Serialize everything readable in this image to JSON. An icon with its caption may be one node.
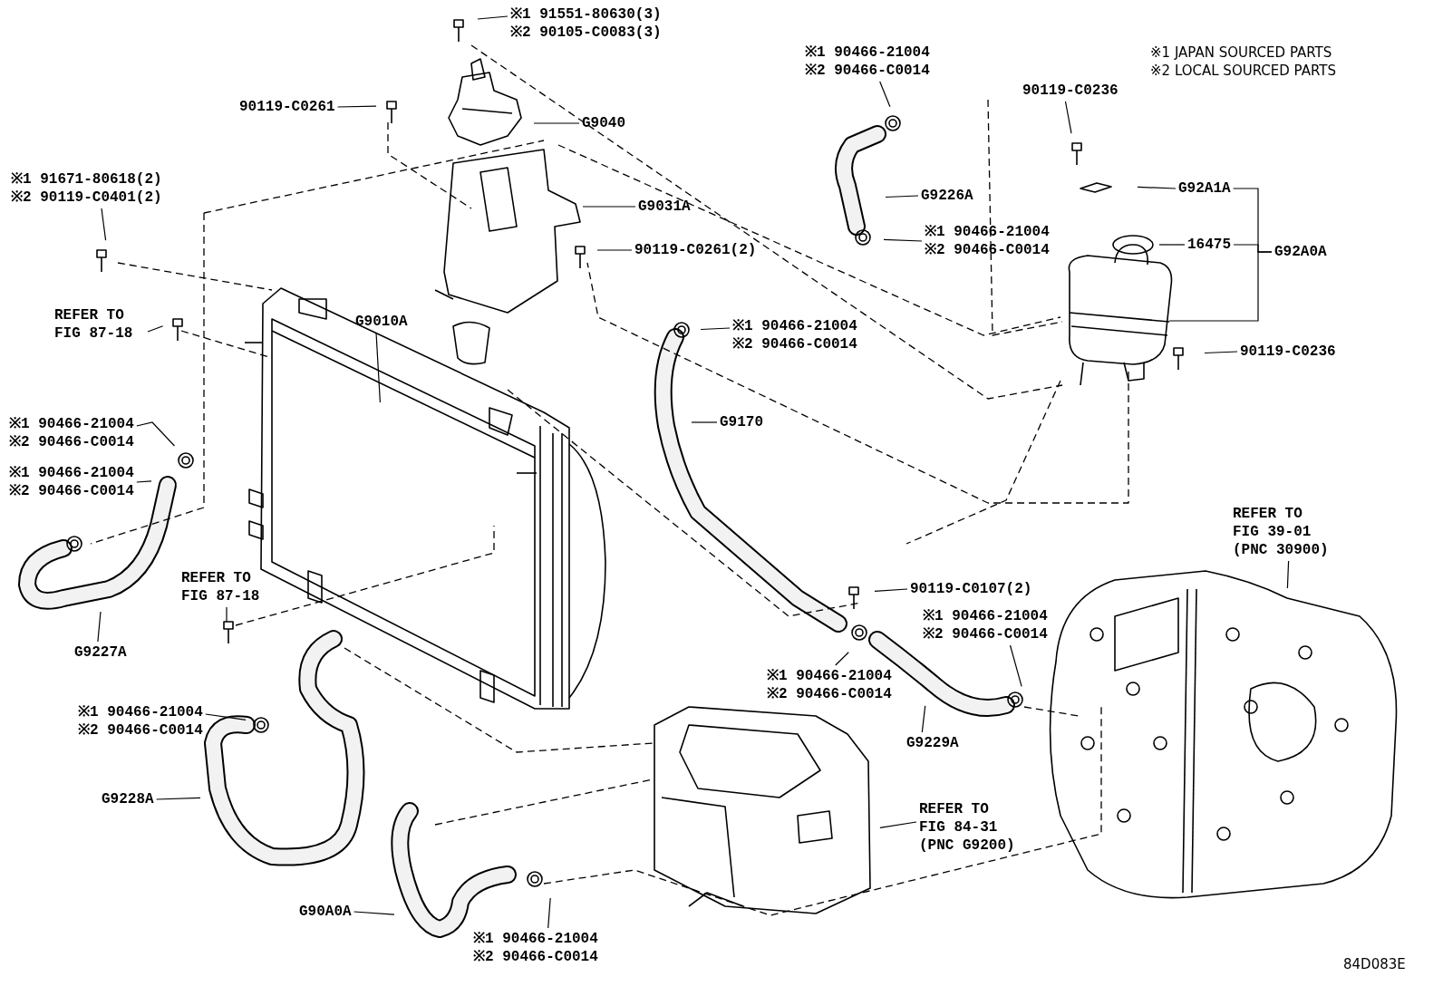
{
  "diagram": {
    "nodes": [
      {
        "text": [
          "※1 91551-80630(3)",
          "※2 90105-C0083(3)"
        ]
      },
      {
        "text": [
          "90119-C0261"
        ]
      },
      {
        "text": [
          "G9040"
        ]
      },
      {
        "text": [
          "※1 91671-80618(2)",
          "※2 90119-C0401(2)"
        ]
      },
      {
        "text": [
          "G9031A"
        ]
      },
      {
        "text": [
          "90119-C0261(2)"
        ]
      },
      {
        "text": [
          "REFER TO FIG 87-18"
        ]
      },
      {
        "text": [
          "G9010A"
        ]
      },
      {
        "text": [
          "※1 90466-21004",
          "※2 90466-C0014"
        ]
      },
      {
        "text": [
          "※1 90466-21004",
          "※2 90466-C0014"
        ]
      },
      {
        "text": [
          "G9227A"
        ]
      },
      {
        "text": [
          "REFER TO FIG 87-18"
        ]
      },
      {
        "text": [
          "※1 90466-21004",
          "※2 90466-C0014"
        ]
      },
      {
        "text": [
          "G9228A"
        ]
      },
      {
        "text": [
          "G90A0A"
        ]
      },
      {
        "text": [
          "※1 90466-21004",
          "※2 90466-C0014"
        ]
      },
      {
        "text": [
          "※1 90466-21004",
          "※2 90466-C0014"
        ]
      },
      {
        "text": [
          "G9226A"
        ]
      },
      {
        "text": [
          "※1 90466-21004",
          "※2 90466-C0014"
        ]
      },
      {
        "text": [
          "※1 90466-21004",
          "※2 90466-C0014"
        ]
      },
      {
        "text": [
          "G9170"
        ]
      },
      {
        "text": [
          "90119-C0107(2)"
        ]
      },
      {
        "text": [
          "※1 90466-21004",
          "※2 90466-C0014"
        ]
      },
      {
        "text": [
          "G9229A"
        ]
      },
      {
        "text": [
          "※1 90466-21004",
          "※2 90466-C0014"
        ]
      },
      {
        "text": [
          "REFER TO FIG 84-31 (PNC G9200)"
        ]
      },
      {
        "text": [
          "REFER TO FIG 39-01 (PNC 30900)"
        ]
      },
      {
        "text": [
          "90119-C0236"
        ]
      },
      {
        "text": [
          "G92A1A"
        ]
      },
      {
        "text": [
          "16475"
        ]
      },
      {
        "text": [
          "G92A0A"
        ]
      },
      {
        "text": [
          "90119-C0236"
        ]
      }
    ],
    "edges": [
      {
        "from": 0,
        "to": null,
        "arrow": "none"
      },
      {
        "from": 1,
        "to": null,
        "arrow": "none"
      },
      {
        "from": 2,
        "to": null,
        "arrow": "none"
      },
      {
        "from": 3,
        "to": null,
        "arrow": "none"
      },
      {
        "from": 4,
        "to": null,
        "arrow": "none"
      },
      {
        "from": 5,
        "to": null,
        "arrow": "none"
      },
      {
        "from": 6,
        "to": null,
        "arrow": "none"
      },
      {
        "from": 7,
        "to": null,
        "arrow": "none"
      },
      {
        "from": 8,
        "to": null,
        "arrow": "none"
      },
      {
        "from": 9,
        "to": null,
        "arrow": "none"
      },
      {
        "from": 10,
        "to": null,
        "arrow": "none"
      },
      {
        "from": 11,
        "to": null,
        "arrow": "none"
      },
      {
        "from": 12,
        "to": null,
        "arrow": "none"
      },
      {
        "from": 13,
        "to": null,
        "arrow": "none"
      },
      {
        "from": 14,
        "to": null,
        "arrow": "none"
      },
      {
        "from": 15,
        "to": null,
        "arrow": "none"
      },
      {
        "from": 16,
        "to": null,
        "arrow": "none"
      },
      {
        "from": 17,
        "to": null,
        "arrow": "none"
      },
      {
        "from": 18,
        "to": null,
        "arrow": "none"
      },
      {
        "from": 19,
        "to": null,
        "arrow": "none"
      },
      {
        "from": 20,
        "to": null,
        "arrow": "none"
      },
      {
        "from": 21,
        "to": null,
        "arrow": "none"
      },
      {
        "from": 22,
        "to": null,
        "arrow": "none"
      },
      {
        "from": 23,
        "to": null,
        "arrow": "none"
      },
      {
        "from": 24,
        "to": null,
        "arrow": "none"
      },
      {
        "from": 25,
        "to": null,
        "arrow": "none"
      },
      {
        "from": 26,
        "to": null,
        "arrow": "none"
      },
      {
        "from": 27,
        "to": null,
        "arrow": "none"
      },
      {
        "from": 28,
        "to": null,
        "arrow": "none"
      },
      {
        "from": 29,
        "to": null,
        "arrow": "none"
      },
      {
        "from": 30,
        "to": 28,
        "arrow": "none"
      },
      {
        "from": 30,
        "to": 29,
        "arrow": "none"
      },
      {
        "from": 30,
        "to": null,
        "arrow": "none"
      },
      {
        "from": 31,
        "to": null,
        "arrow": "none"
      }
    ],
    "labels": [
      "※1 JAPAN SOURCED PARTS",
      "※2 LOCAL SOURCED PARTS",
      "84D083E"
    ]
  }
}
